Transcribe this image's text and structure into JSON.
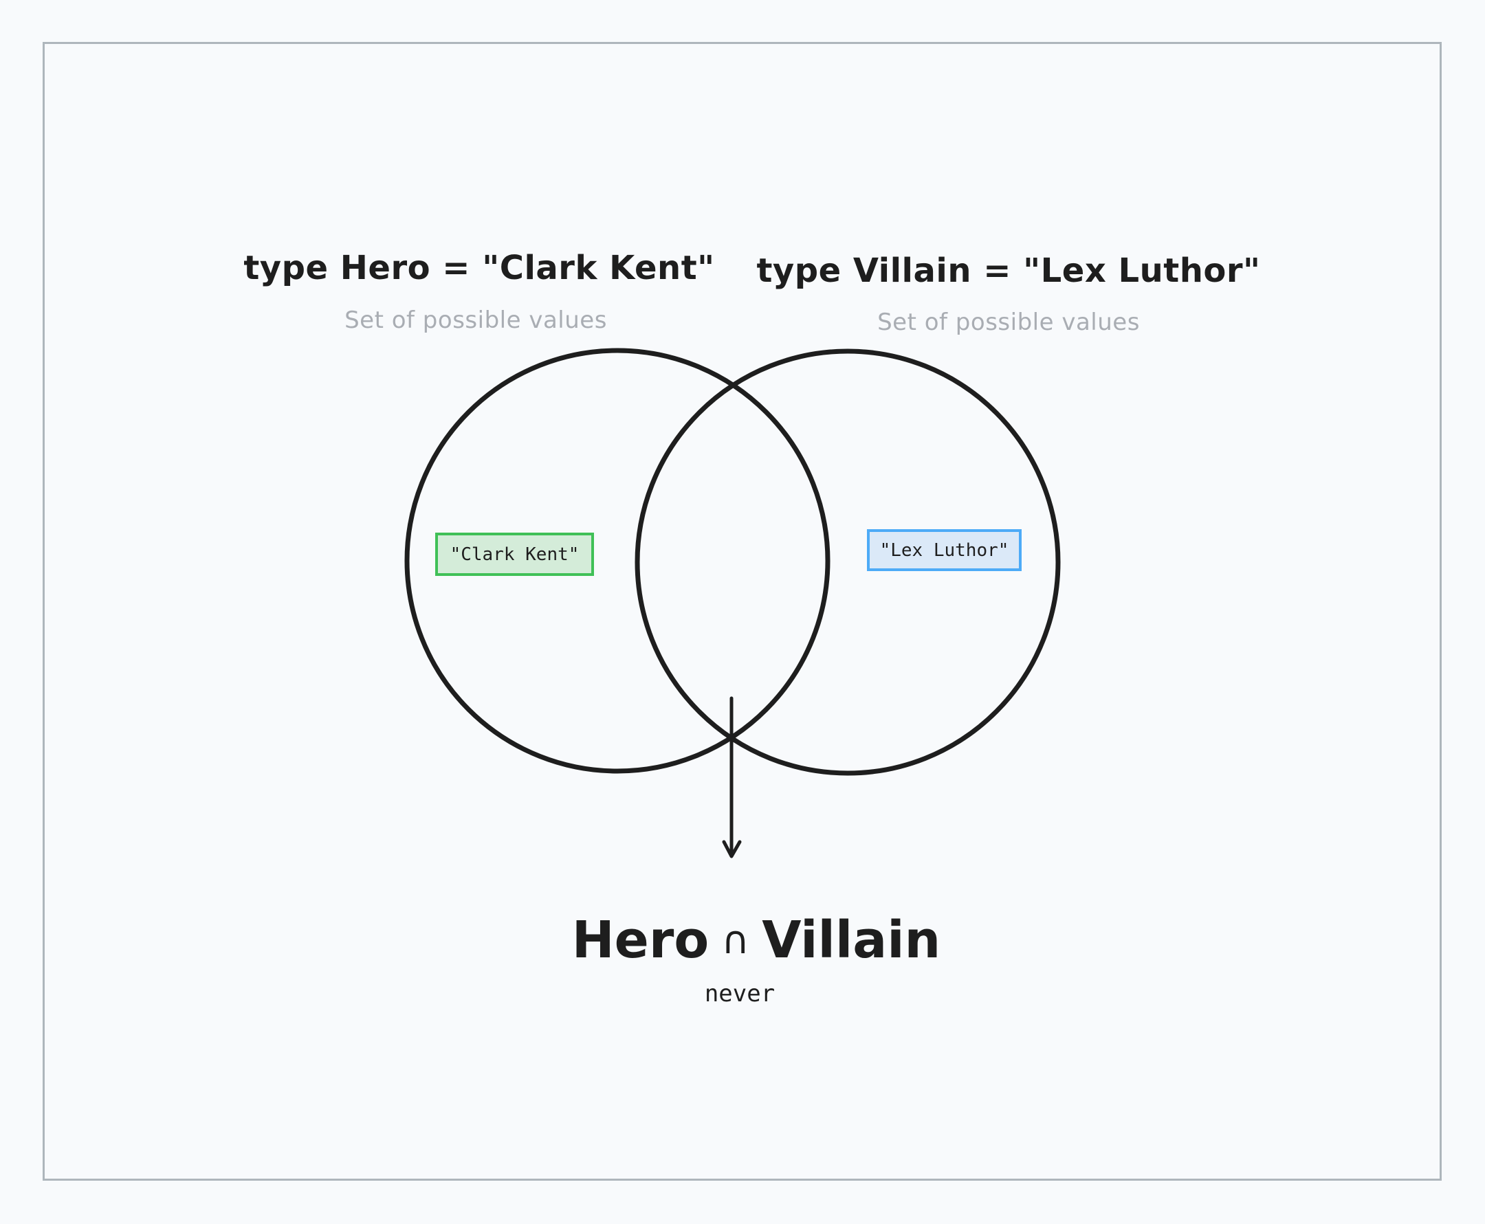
{
  "diagram": {
    "hero": {
      "title": "type Hero = \"Clark Kent\"",
      "subtitle": "Set of possible values",
      "value": "\"Clark Kent\""
    },
    "villain": {
      "title": "type Villain = \"Lex Luthor\"",
      "subtitle": "Set of possible values",
      "value": "\"Lex Luthor\""
    },
    "intersection": {
      "left_operand": "Hero",
      "operator": "∩",
      "right_operand": "Villain",
      "result": "never"
    }
  },
  "colors": {
    "background": "#f8fafc",
    "frame_border": "#aeb6bc",
    "stroke": "#1e1e1e",
    "hero_fill": "#d4ecd9",
    "hero_border": "#40c057",
    "villain_fill": "#dbe9f8",
    "villain_border": "#4dabf7",
    "subtitle": "#a9adb3"
  }
}
